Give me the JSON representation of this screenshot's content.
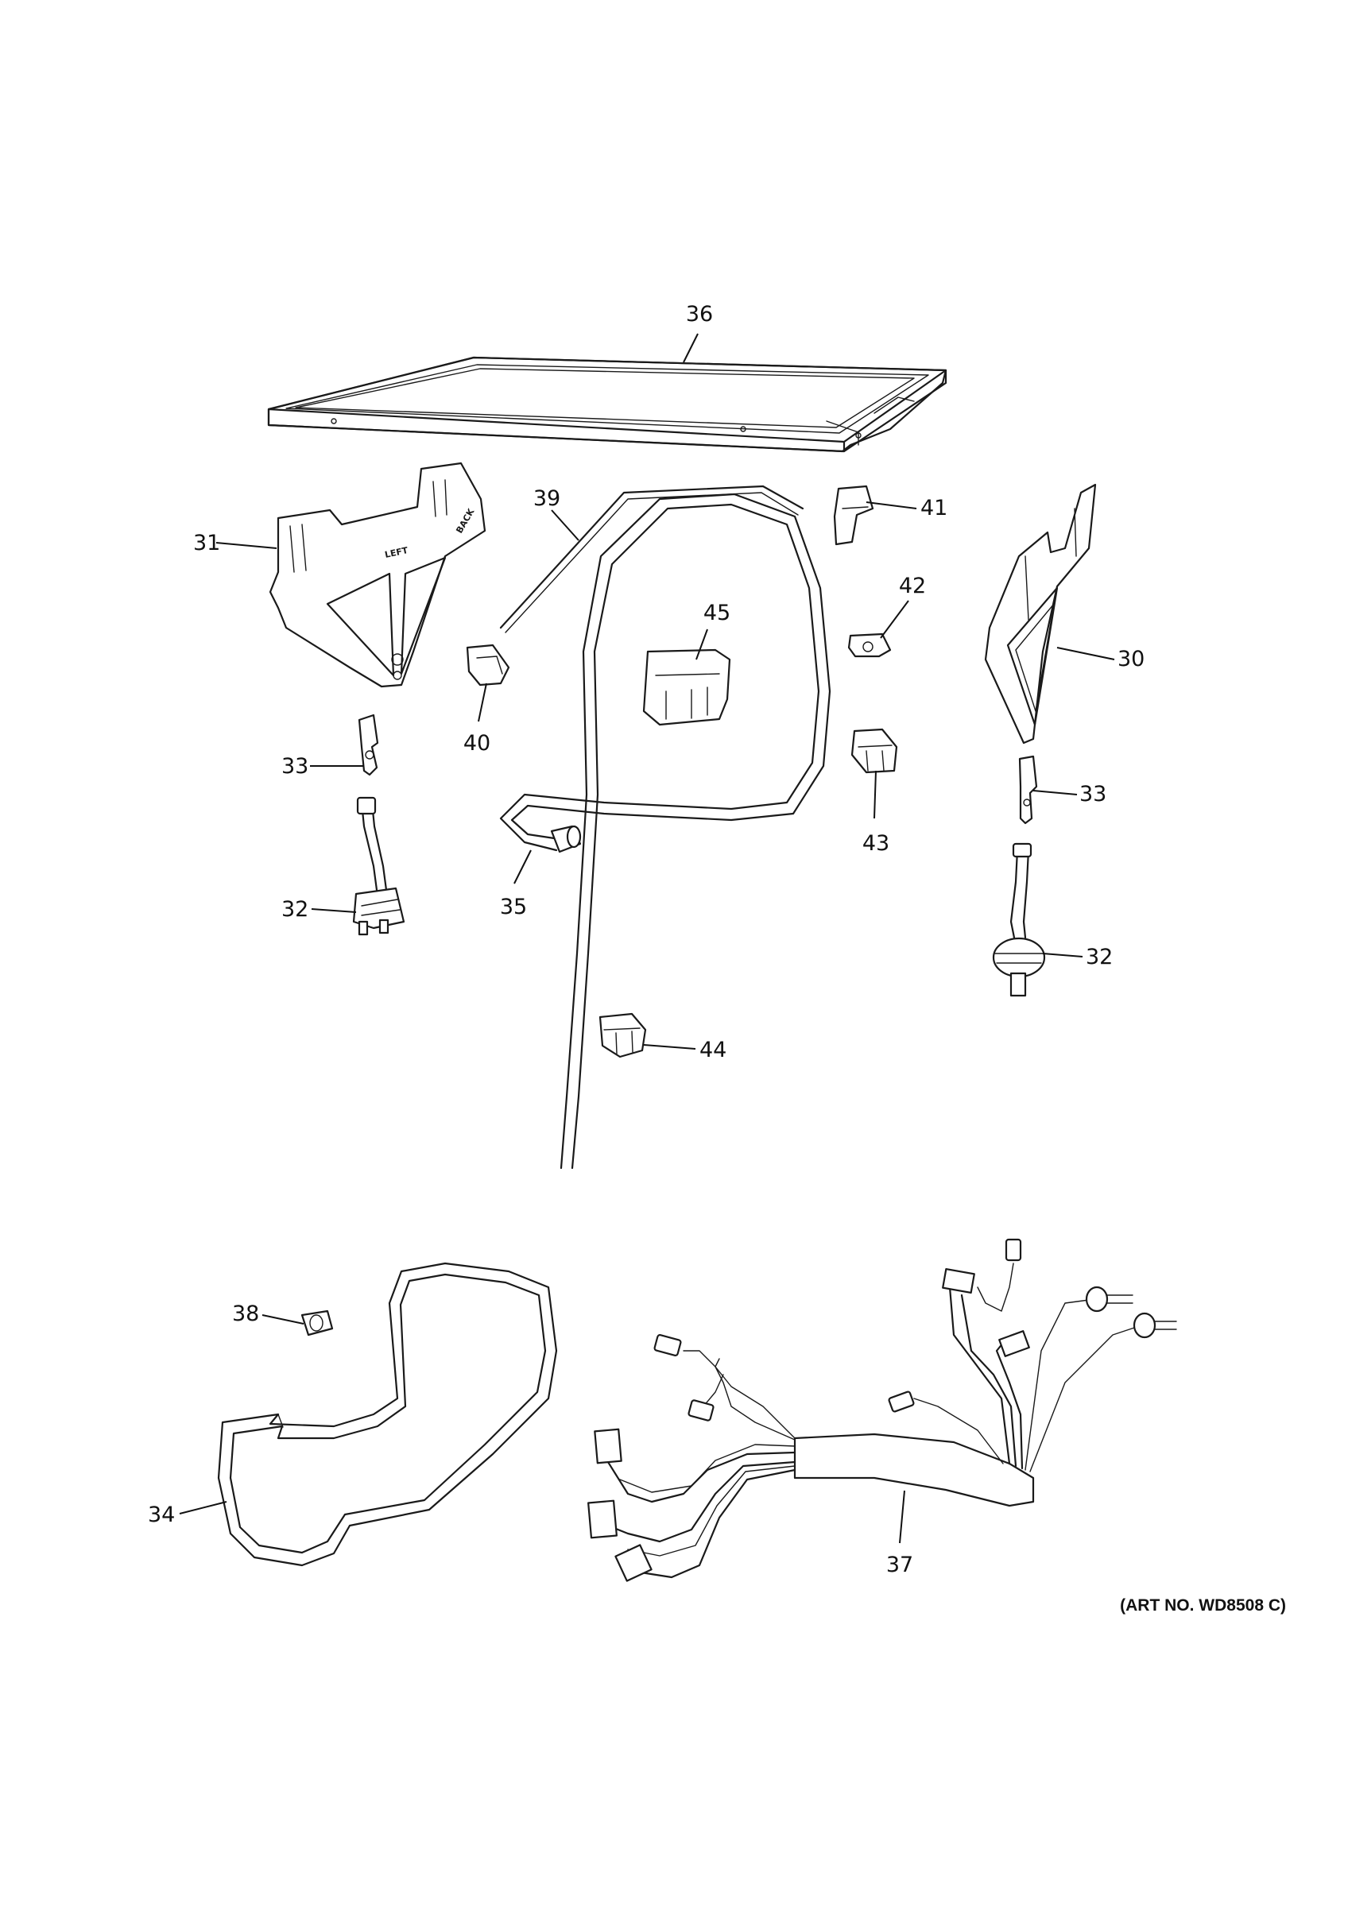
{
  "art_number": "(ART NO. WD8508 C)",
  "bracket_embossing": {
    "left": "LEFT",
    "back": "BACK"
  },
  "callouts": {
    "c30": "30",
    "c31": "31",
    "c32a": "32",
    "c32b": "32",
    "c33a": "33",
    "c33b": "33",
    "c34": "34",
    "c35": "35",
    "c36": "36",
    "c37": "37",
    "c38": "38",
    "c39": "39",
    "c40": "40",
    "c41": "41",
    "c42": "42",
    "c43": "43",
    "c44": "44",
    "c45": "45"
  }
}
